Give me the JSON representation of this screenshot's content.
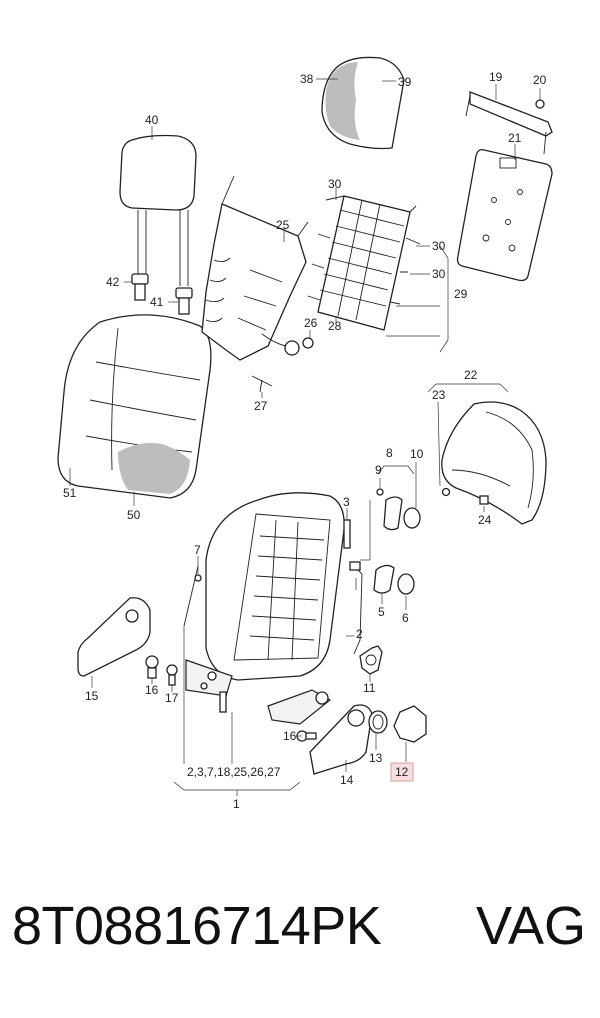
{
  "labels": {
    "l1": "1",
    "l2": "2",
    "l3": "3",
    "l5": "5",
    "l6": "6",
    "l7": "7",
    "l8": "8",
    "l9": "9",
    "l10": "10",
    "l11": "11",
    "l12": "12",
    "l13": "13",
    "l14": "14",
    "l15": "15",
    "l16": "16",
    "l17": "17",
    "l19": "19",
    "l20": "20",
    "l21": "21",
    "l22": "22",
    "l23": "23",
    "l24": "24",
    "l25": "25",
    "l26": "26",
    "l27": "27",
    "l28": "28",
    "l29": "29",
    "l30a": "30",
    "l30b": "30",
    "l30c": "30",
    "l38": "38",
    "l39": "39",
    "l40": "40",
    "l41": "41",
    "l42": "42",
    "l50": "50",
    "l51": "51",
    "group": "2,3,7,18,25,26,27"
  },
  "footer": {
    "part_number": "8T08816714PK",
    "brand": "VAG"
  },
  "colors": {
    "highlight": "#f7dede",
    "line": "#222222"
  }
}
